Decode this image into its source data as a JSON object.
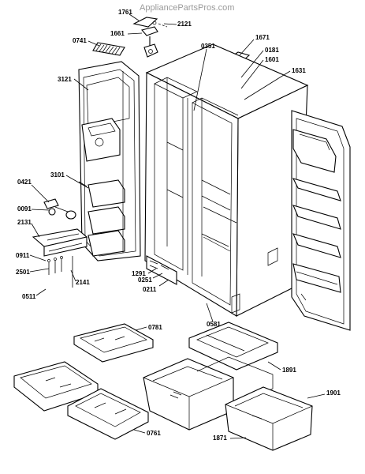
{
  "watermark": "AppliancePartsPros.com",
  "part_labels": {
    "p1761": "1761",
    "p2121": "2121",
    "p1661": "1661",
    "p0741": "0741",
    "p0351": "0351",
    "p1671": "1671",
    "p0181": "0181",
    "p1601": "1601",
    "p1631": "1631",
    "p3121": "3121",
    "p3101": "3101",
    "p0421": "0421",
    "p0091": "0091",
    "p2131": "2131",
    "p0911": "0911",
    "p2501": "2501",
    "p2141": "2141",
    "p0511": "0511",
    "p1291": "1291",
    "p0251": "0251",
    "p0211": "0211",
    "p0581": "0581",
    "p0781": "0781",
    "p1891": "1891",
    "p1901": "1901",
    "p0761": "0761",
    "p1871": "1871"
  }
}
